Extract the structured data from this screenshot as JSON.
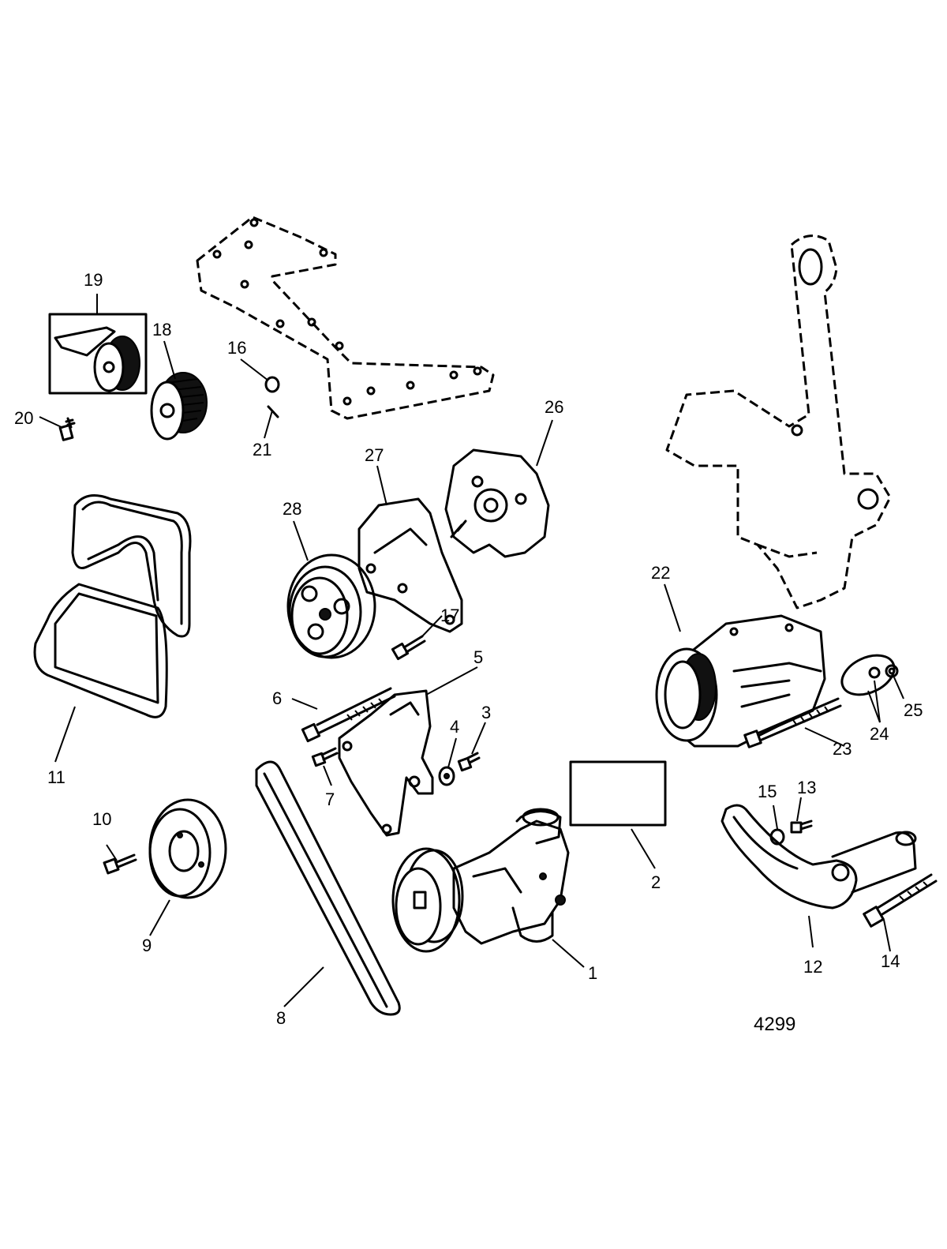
{
  "diagram": {
    "reference_number": "4299",
    "callouts": {
      "c1": "1",
      "c2": "2",
      "c3": "3",
      "c4": "4",
      "c5": "5",
      "c6": "6",
      "c7": "7",
      "c8": "8",
      "c9": "9",
      "c10": "10",
      "c11": "11",
      "c12": "12",
      "c13": "13",
      "c14": "14",
      "c15": "15",
      "c16": "16",
      "c17": "17",
      "c18": "18",
      "c19": "19",
      "c20": "20",
      "c21": "21",
      "c22": "22",
      "c23": "23",
      "c24": "24",
      "c25": "25",
      "c26": "26",
      "c27": "27",
      "c28": "28"
    }
  }
}
